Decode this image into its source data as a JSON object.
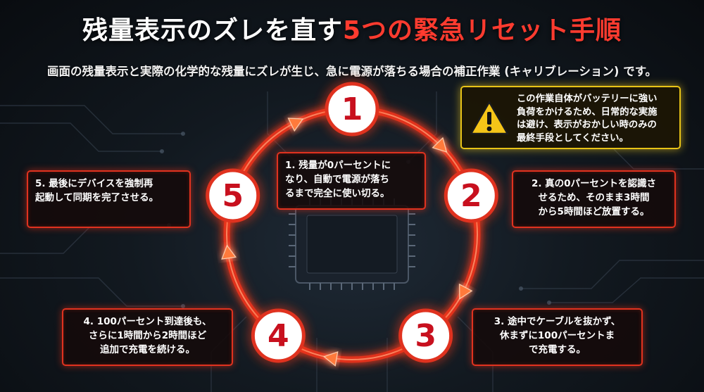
{
  "title": {
    "part1": "残量表示のズレを直す",
    "part2": "5つの緊急リセット手順"
  },
  "subtitle": "画面の残量表示と実際の化学的な残量にズレが生じ、急に電源が落ちる場合の補正作業 (キャリブレーション) です。",
  "colors": {
    "accent_red": "#e0321f",
    "number_red": "#c8101e",
    "warning_yellow": "#e8c317"
  },
  "steps": [
    {
      "number": "1",
      "text": "1. 残量が0パーセントに\nなり、自動で電源が落ち\nるまで完全に使い切る。"
    },
    {
      "number": "2",
      "text": "2. 真の0パーセントを認識さ\nせるため、そのまま3時間\nから5時間ほど放置する。"
    },
    {
      "number": "3",
      "text": "3. 途中でケーブルを抜かず、\n休まずに100パーセントま\nで充電する。"
    },
    {
      "number": "4",
      "text": "4. 100パーセント到達後も、\nさらに1時間から2時間ほど\n追加で充電を続ける。"
    },
    {
      "number": "5",
      "text": "5. 最後にデバイスを強制再\n起動して同期を完了させる。"
    }
  ],
  "warning": {
    "icon": "warning-triangle-icon",
    "text": "この作業自体がバッテリーに強い\n負荷をかけるため、日常的な実施\nは避け、表示がおかしい時のみの\n最終手段としてください。"
  }
}
